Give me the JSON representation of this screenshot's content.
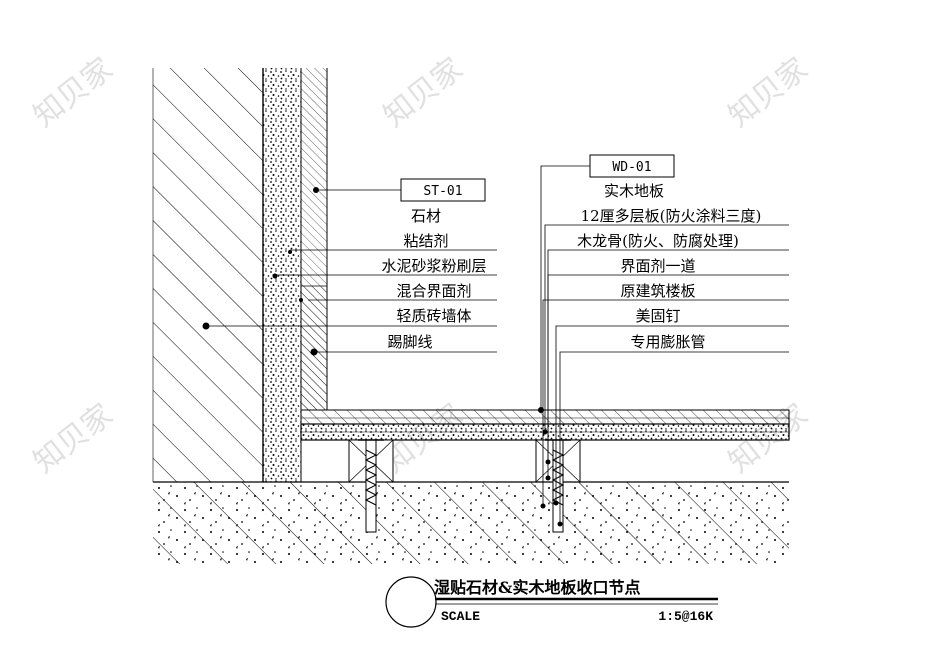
{
  "watermark": "知贝家",
  "detail": {
    "title": "湿贴石材&实木地板收口节点",
    "scale_label": "SCALE",
    "scale_value": "1:5@16K"
  },
  "left_callout": {
    "tag": "ST-01",
    "items": [
      "石材",
      "粘结剂",
      "水泥砂浆粉刷层",
      "混合界面剂",
      "轻质砖墙体",
      "踢脚线"
    ]
  },
  "right_callout": {
    "tag": "WD-01",
    "items": [
      "实木地板",
      "12厘多层板(防火涂料三度)",
      "木龙骨(防火、防腐处理)",
      "界面剂一道",
      "原建筑楼板",
      "美固钉",
      "专用膨胀管"
    ]
  },
  "colors": {
    "line": "#000000",
    "background": "#ffffff",
    "watermark": "#d4d4d4"
  }
}
